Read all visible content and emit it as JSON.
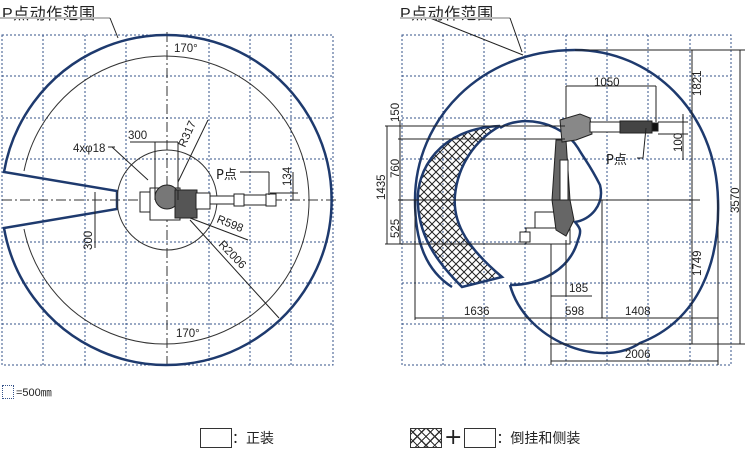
{
  "left_panel": {
    "title": "P点动作范围",
    "labels": {
      "angle_top": "170°",
      "angle_bottom": "170°",
      "holes": "4xφ18",
      "dim_300_top": "300",
      "dim_300_left": "300",
      "r317": "R317",
      "r598": "R598",
      "r2006": "R2006",
      "p_point": "P点",
      "dim_134": "134"
    }
  },
  "right_panel": {
    "title": "P点动作范围",
    "labels": {
      "dim_1050": "1050",
      "dim_1821": "1821",
      "dim_150": "150",
      "dim_760": "760",
      "dim_1435": "1435",
      "dim_525": "525",
      "dim_100": "100",
      "dim_3570": "3570",
      "dim_1749": "1749",
      "dim_185": "185",
      "dim_1636": "1636",
      "dim_598": "598",
      "dim_1408": "1408",
      "dim_2006": "2006",
      "p_point": "P点"
    }
  },
  "scale_note": {
    "text": "=500㎜"
  },
  "legend": {
    "floor_label": "：正装",
    "plus": "+",
    "ceiling_wall_label": "：倒挂和侧装"
  },
  "colors": {
    "range_outline": "#1e3a6e",
    "grid": "#35538a",
    "lines": "#222222"
  }
}
